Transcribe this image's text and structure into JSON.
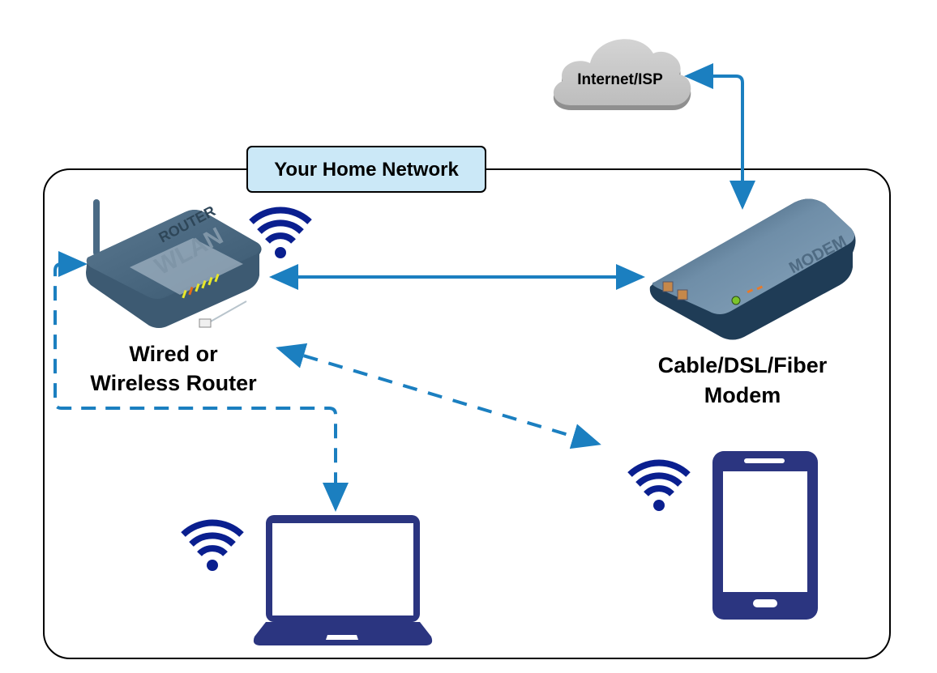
{
  "title": "Your Home Network",
  "colors": {
    "connection": "#1b7fc0",
    "device_icon": "#2b3580",
    "wifi_icon": "#0a1f8f",
    "group_fill": "#cbe8f7",
    "cloud": "#c8c8c8",
    "hardware": "#46657f"
  },
  "nodes": {
    "internet": {
      "label": "Internet/ISP",
      "icon": "cloud-icon"
    },
    "router": {
      "label_line1": "Wired or",
      "label_line2": "Wireless Router",
      "icon": "router-icon",
      "device_text": [
        "ROUTER",
        "WLAN"
      ]
    },
    "modem": {
      "label_line1": "Cable/DSL/Fiber",
      "label_line2": "Modem",
      "icon": "modem-icon",
      "device_text": "MODEM"
    },
    "laptop": {
      "icon": "laptop-icon"
    },
    "phone": {
      "icon": "smartphone-icon"
    }
  },
  "edges": [
    {
      "from": "modem",
      "to": "internet",
      "style": "solid",
      "direction": "both"
    },
    {
      "from": "router",
      "to": "modem",
      "style": "solid",
      "direction": "both"
    },
    {
      "from": "router",
      "to": "laptop",
      "style": "dashed",
      "direction": "both"
    },
    {
      "from": "router",
      "to": "phone",
      "style": "dashed",
      "direction": "both"
    }
  ]
}
